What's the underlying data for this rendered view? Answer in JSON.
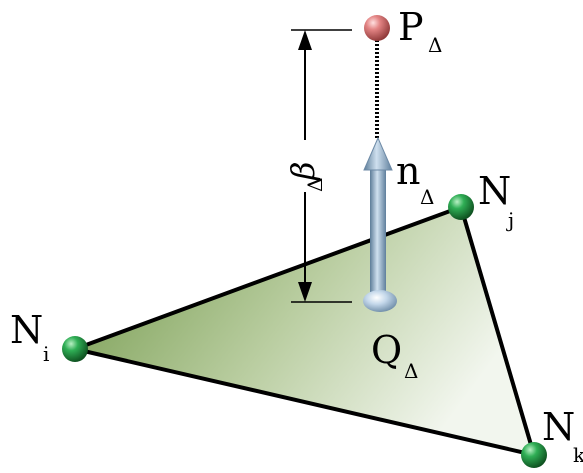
{
  "labels": {
    "p": {
      "main": "P",
      "sub": "Δ"
    },
    "q": {
      "main": "Q",
      "sub": "Δ"
    },
    "n": {
      "main": "n",
      "sub": "Δ"
    },
    "beta": {
      "main": "β",
      "sub": "Δ"
    },
    "ni": {
      "main": "N",
      "sub": "i"
    },
    "nj": {
      "main": "N",
      "sub": "j"
    },
    "nk": {
      "main": "N",
      "sub": "k"
    }
  },
  "colors": {
    "triangle_fill_dark": "#7fa05a",
    "triangle_fill_light": "#e9f0e2",
    "edge": "#000000",
    "node_green": "#1f8a3a",
    "point_p": "#d97a7a",
    "normal_arrow": "#9fbcd6"
  }
}
